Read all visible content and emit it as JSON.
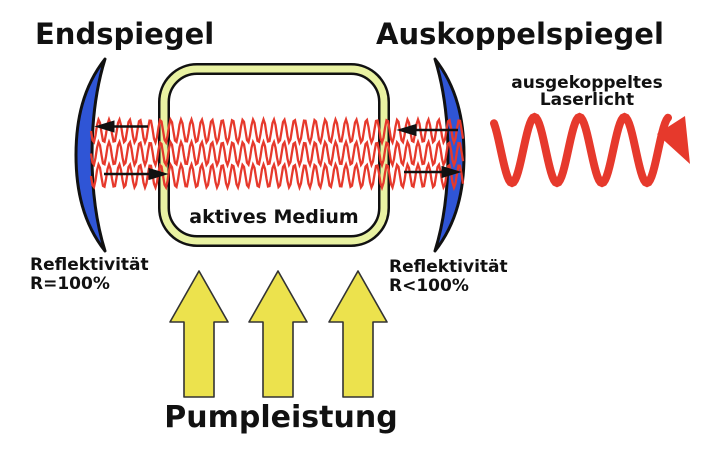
{
  "labels": {
    "end_mirror_title": "Endspiegel",
    "output_mirror_title": "Auskoppelspiegel",
    "output_light_line1": "ausgekoppeltes",
    "output_light_line2": "Laserlicht",
    "active_medium": "aktives Medium",
    "left_reflectivity_line1": "Reflektivität",
    "left_reflectivity_line2": "R=100%",
    "right_reflectivity_line1": "Reflektivität",
    "right_reflectivity_line2": "R<100%",
    "pump_power": "Pumpleistung"
  },
  "colors": {
    "background": "#ffffff",
    "mirror_blue": "#2f55d6",
    "medium_band": "#e9f2a2",
    "laser_red": "#e6392c",
    "pump_yellow": "#ece24d",
    "outline": "#111111",
    "text": "#111111"
  }
}
